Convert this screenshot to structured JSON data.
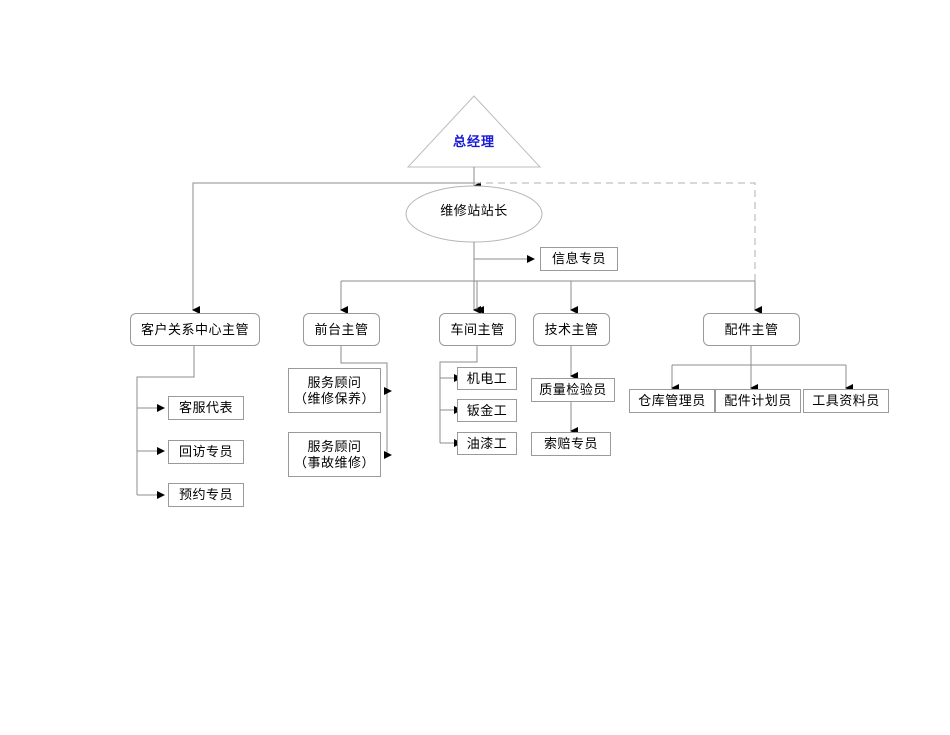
{
  "chart": {
    "title_text": "",
    "colors": {
      "apex_text": "#1818d8",
      "node_border": "#9a9a9a",
      "node_fill": "#ffffff",
      "edge_solid": "#8c8c8c",
      "edge_dashed": "#b0b0b0",
      "arrow_fill": "#000000",
      "text": "#000000"
    },
    "apex": {
      "shape": "triangle",
      "label": "总经理"
    },
    "head": {
      "shape": "ellipse",
      "label": "维修站站长"
    },
    "staff": {
      "shape": "rectangle",
      "label": "信息专员"
    },
    "departments": [
      {
        "id": "customer-relations",
        "label": "客户关系中心主管",
        "shape": "rounded-rectangle",
        "children": [
          {
            "id": "cs-rep",
            "label": "客服代表"
          },
          {
            "id": "followup",
            "label": "回访专员"
          },
          {
            "id": "appointment",
            "label": "预约专员"
          }
        ]
      },
      {
        "id": "front-desk",
        "label": "前台主管",
        "shape": "rounded-rectangle",
        "children": [
          {
            "id": "advisor-maintenance",
            "label": "服务顾问\n（维修保养）"
          },
          {
            "id": "advisor-accident",
            "label": "服务顾问\n（事故维修）"
          }
        ]
      },
      {
        "id": "workshop",
        "label": "车间主管",
        "shape": "rounded-rectangle",
        "children": [
          {
            "id": "mechanic",
            "label": "机电工"
          },
          {
            "id": "sheet-metal",
            "label": "钣金工"
          },
          {
            "id": "painter",
            "label": "油漆工"
          }
        ]
      },
      {
        "id": "technical",
        "label": "技术主管",
        "shape": "rounded-rectangle",
        "children": [
          {
            "id": "quality-inspector",
            "label": "质量检验员"
          },
          {
            "id": "claims",
            "label": "索赔专员"
          }
        ]
      },
      {
        "id": "parts",
        "label": "配件主管",
        "shape": "rounded-rectangle",
        "children": [
          {
            "id": "warehouse",
            "label": "仓库管理员"
          },
          {
            "id": "parts-planner",
            "label": "配件计划员"
          },
          {
            "id": "tools-records",
            "label": "工具资料员"
          }
        ]
      }
    ]
  }
}
